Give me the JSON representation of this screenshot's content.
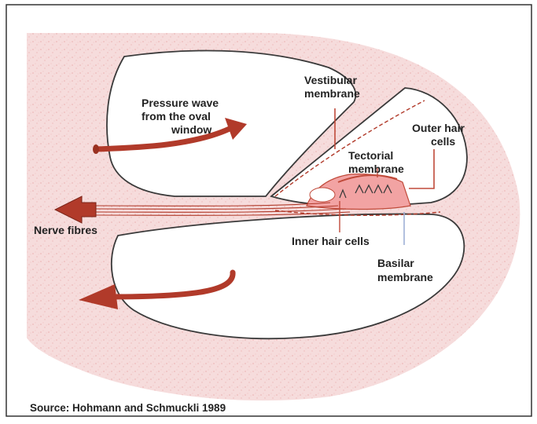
{
  "colors": {
    "tissue": "#f6dcdc",
    "tissue_dot": "#e08a8a",
    "outline": "#3a3a3a",
    "arrow": "#b13a2a",
    "membrane": "#e46a6a",
    "organ": "#f2a3a3",
    "pointer_blue": "#9fb0d6"
  },
  "labels": {
    "pressure_wave": [
      "Pressure wave",
      "from the oval",
      "window"
    ],
    "vestibular": [
      "Vestibular",
      "membrane"
    ],
    "outer_hair": [
      "Outer hair",
      "cells"
    ],
    "tectorial": [
      "Tectorial",
      "membrane"
    ],
    "nerve": [
      "Nerve fibres"
    ],
    "inner_hair": [
      "Inner hair cells"
    ],
    "basilar": [
      "Basilar",
      "membrane"
    ]
  },
  "source": "Source: Hohmann and Schmuckli 1989"
}
